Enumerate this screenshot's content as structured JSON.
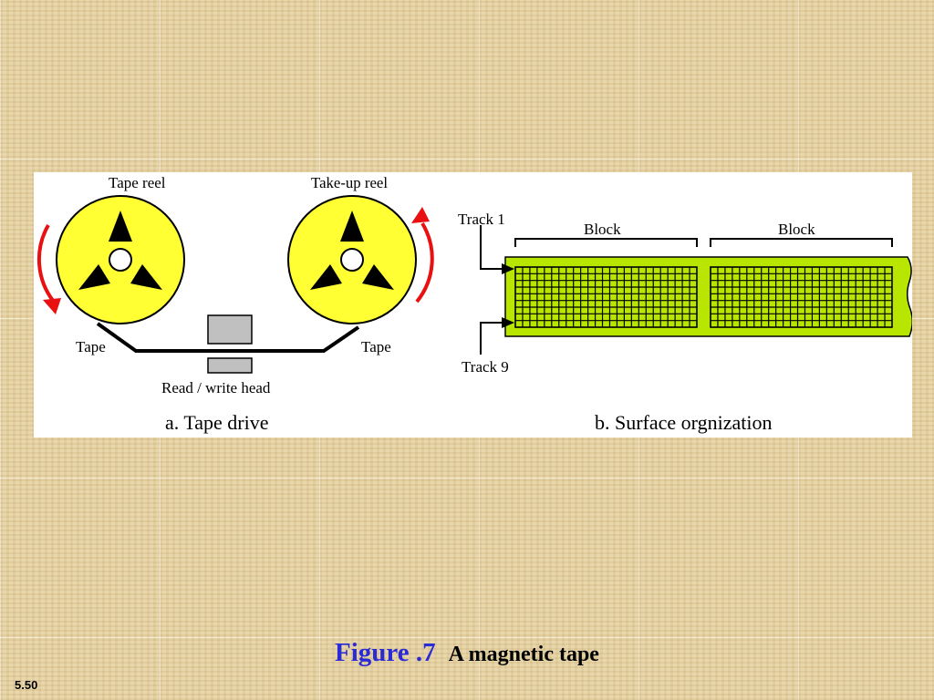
{
  "diagram": {
    "labels": {
      "tape_reel": "Tape reel",
      "takeup_reel": "Take-up reel",
      "tape_left": "Tape",
      "tape_right": "Tape",
      "head": "Read / write head",
      "caption_a": "a. Tape drive",
      "track1": "Track 1",
      "track9": "Track 9",
      "block1": "Block",
      "block2": "Block",
      "caption_b": "b. Surface orgnization"
    },
    "colors": {
      "reel_fill": "#ffff33",
      "arrow": "#e81010",
      "tape_fill": "#b8e600",
      "head_fill": "#c0c0c0",
      "grid_line": "#000000"
    },
    "grid": {
      "rows": 9,
      "cols_per_block": 25
    }
  },
  "caption": {
    "figure": "Figure .7",
    "text": "A magnetic tape"
  },
  "slide_number": "5.50"
}
